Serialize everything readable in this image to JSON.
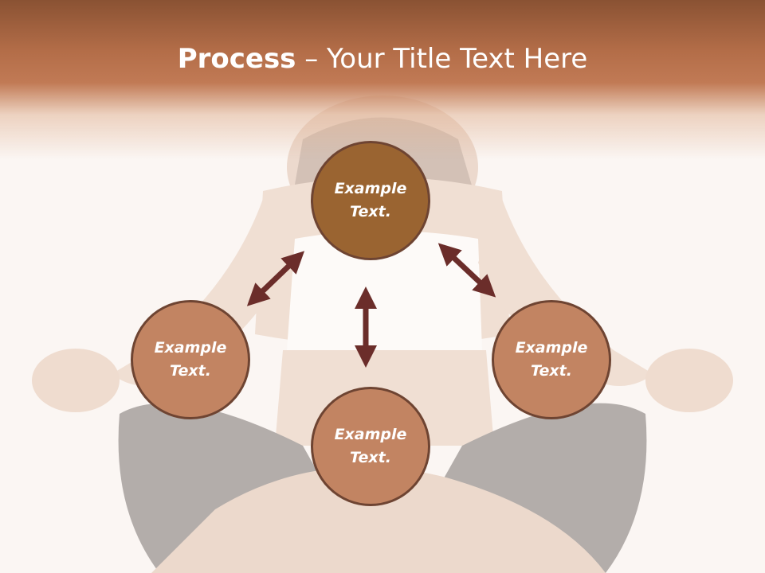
{
  "slide": {
    "title_bold": "Process",
    "title_rest": " – Your Title Text Here"
  },
  "nodes": {
    "top": "Example Text.",
    "left": "Example Text.",
    "right": "Example Text.",
    "bottom": "Example Text."
  },
  "colors": {
    "header_dark": "#8a5233",
    "header_mid": "#c17a55",
    "node_top": "#9a6431",
    "node": "#c28462",
    "node_border": "#6e4432",
    "arrow": "#6b2d2a"
  }
}
